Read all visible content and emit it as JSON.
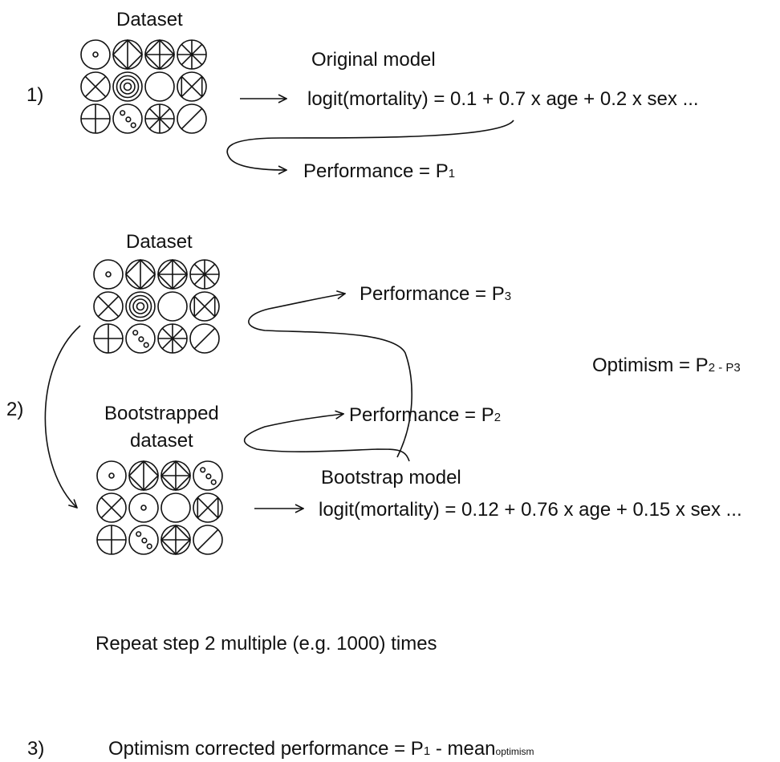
{
  "step1": {
    "number": "1)",
    "dataset_label": "Dataset",
    "model_title": "Original model",
    "equation": "logit(mortality) = 0.1 + 0.7 x age + 0.2 x sex ...",
    "performance_prefix": "Performance = P",
    "performance_sub": "1",
    "grid": [
      [
        "dot",
        "diamond",
        "plusdiamond",
        "star"
      ],
      [
        "x",
        "target",
        "empty",
        "xbar"
      ],
      [
        "plus",
        "dots",
        "asterisk",
        "slash"
      ]
    ]
  },
  "step2": {
    "number": "2)",
    "dataset_label": "Dataset",
    "grid": [
      [
        "dot",
        "diamond",
        "plusdiamond",
        "star"
      ],
      [
        "x",
        "target",
        "empty",
        "xbar"
      ],
      [
        "plus",
        "dots",
        "asterisk",
        "slash"
      ]
    ],
    "perf3_prefix": "Performance = P",
    "perf3_sub": "3",
    "optimism_prefix": "Optimism = P",
    "optimism_sub2": "2",
    "optimism_minus": " - P",
    "optimism_sub3": "3",
    "perf2_prefix": "Performance = P",
    "perf2_sub": "2",
    "boot_label_1": "Bootstrapped",
    "boot_label_2": "dataset",
    "boot_model_title": "Bootstrap model",
    "boot_equation": "logit(mortality) = 0.12 + 0.76 x age + 0.15 x sex ...",
    "boot_grid": [
      [
        "dot",
        "diamond",
        "plusdiamond",
        "dots"
      ],
      [
        "x",
        "dot",
        "empty",
        "xbar"
      ],
      [
        "plus",
        "dots",
        "plusdiamond",
        "slash"
      ]
    ]
  },
  "repeat_text": "Repeat step 2 multiple (e.g. 1000) times",
  "step3": {
    "number": "3)",
    "prefix": "Optimism corrected performance = P",
    "sub1": "1",
    "mid": " - mean",
    "sub_opt": "optimism"
  }
}
